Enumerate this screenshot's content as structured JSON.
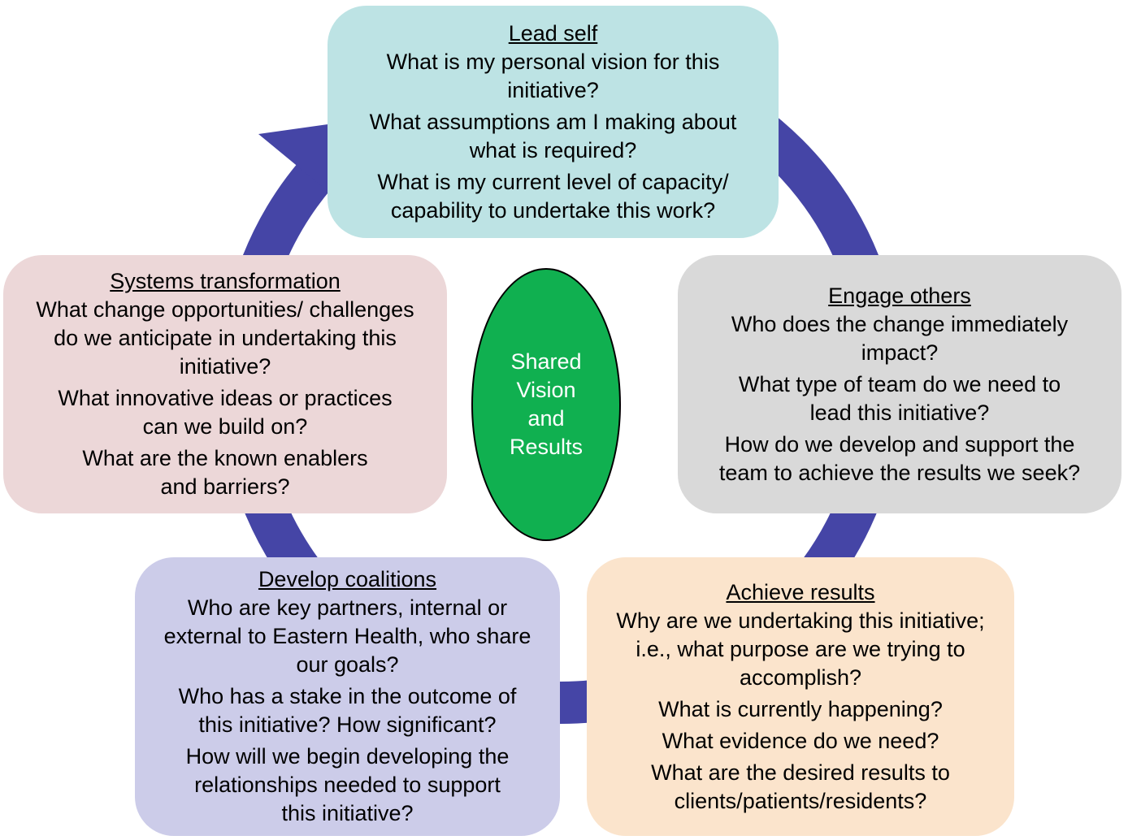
{
  "colors": {
    "arrow": "#4545a6",
    "lead_self": "#bde3e4",
    "engage_others": "#d9d9d9",
    "achieve_results": "#fbe4cc",
    "develop_coalitions": "#cccce9",
    "systems_transformation": "#ecd7d8",
    "center": "#10b050"
  },
  "center": {
    "lines": [
      "Shared",
      "Vision",
      "and",
      "Results"
    ]
  },
  "lead_self": {
    "title": "Lead self",
    "questions": [
      [
        "What is my personal vision for this",
        "initiative?"
      ],
      [
        "What assumptions am I making about",
        "what is required?"
      ],
      [
        "What is my current level of capacity/",
        "capability to undertake this work?"
      ]
    ]
  },
  "engage_others": {
    "title": "Engage others",
    "questions": [
      [
        "Who does the change immediately",
        "impact?"
      ],
      [
        "What type of team do we need to",
        "lead this initiative?"
      ],
      [
        "How do we develop and support the",
        "team to achieve the results we seek?"
      ]
    ]
  },
  "achieve_results": {
    "title": "Achieve results",
    "questions": [
      [
        "Why are we undertaking this initiative;",
        "i.e., what purpose are we trying to",
        "accomplish?"
      ],
      [
        "What is currently happening?"
      ],
      [
        "What evidence do we need?"
      ],
      [
        "What are the desired results to",
        "clients/patients/residents?"
      ]
    ]
  },
  "develop_coalitions": {
    "title": "Develop coalitions",
    "questions": [
      [
        "Who are key partners, internal or",
        "external to Eastern Health, who share",
        "our goals?"
      ],
      [
        "Who has a stake in the outcome of",
        "this initiative? How significant?"
      ],
      [
        "How will we begin developing the",
        "relationships needed to support",
        "this initiative?"
      ]
    ]
  },
  "systems_transformation": {
    "title": "Systems transformation",
    "questions": [
      [
        "What change opportunities/ challenges",
        "do we anticipate in undertaking this",
        "initiative?"
      ],
      [
        "What innovative ideas or practices",
        "can we build on?"
      ],
      [
        "What are the known enablers",
        "and barriers?"
      ]
    ]
  }
}
